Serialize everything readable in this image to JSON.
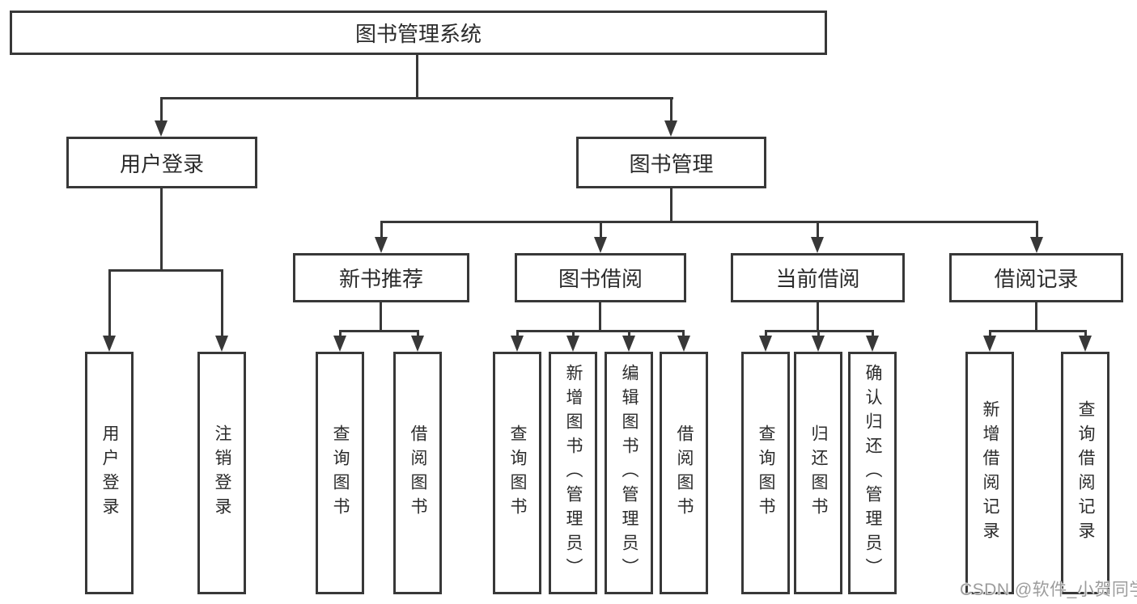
{
  "colors": {
    "line": "#383838",
    "text": "#2b2b2b",
    "background": "#ffffff",
    "watermark": "#9c9c9c"
  },
  "watermark": "CSDN @软件_小贺同学",
  "tree": {
    "label": "图书管理系统",
    "children": [
      {
        "label": "用户登录",
        "children": [
          {
            "label": "用户登录"
          },
          {
            "label": "注销登录"
          }
        ]
      },
      {
        "label": "图书管理",
        "children": [
          {
            "label": "新书推荐",
            "children": [
              {
                "label": "查询图书"
              },
              {
                "label": "借阅图书"
              }
            ]
          },
          {
            "label": "图书借阅",
            "children": [
              {
                "label": "查询图书"
              },
              {
                "label": "新增图书（管理员）"
              },
              {
                "label": "编辑图书（管理员）"
              },
              {
                "label": "借阅图书"
              }
            ]
          },
          {
            "label": "当前借阅",
            "children": [
              {
                "label": "查询图书"
              },
              {
                "label": "归还图书"
              },
              {
                "label": "确认归还（管理员）"
              }
            ]
          },
          {
            "label": "借阅记录",
            "children": [
              {
                "label": "新增借阅记录"
              },
              {
                "label": "查询借阅记录"
              }
            ]
          }
        ]
      }
    ]
  }
}
